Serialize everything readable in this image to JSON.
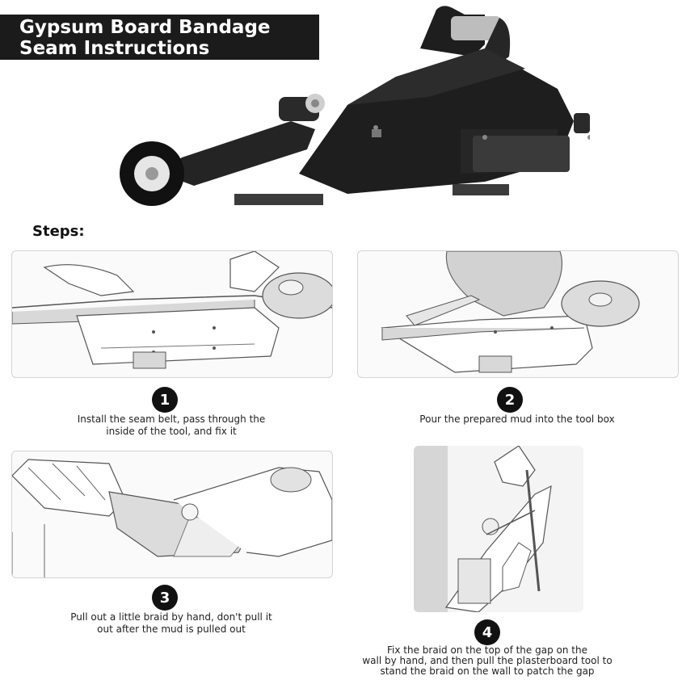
{
  "title": {
    "line1": "Gypsum Board Bandage",
    "line2": "Seam Instructions"
  },
  "steps_label": "Steps:",
  "steps": [
    {
      "number": "1",
      "lines": [
        "Install the seam belt, pass through the",
        "inside of the tool, and fix it"
      ]
    },
    {
      "number": "2",
      "lines": [
        "Pour the prepared mud into the tool box"
      ]
    },
    {
      "number": "3",
      "lines": [
        "Pull out a little braid by hand, don't pull it",
        "out after the mud is pulled out"
      ]
    },
    {
      "number": "4",
      "lines": [
        "Fix the braid on the top of the gap on the",
        "wall by hand, and then pull the plasterboard tool to",
        "stand the braid on the wall to patch the gap"
      ]
    }
  ],
  "colors": {
    "tool_body": "#1e1e1e",
    "title_bg": "#1b1b1b",
    "sketch": "#555555"
  }
}
